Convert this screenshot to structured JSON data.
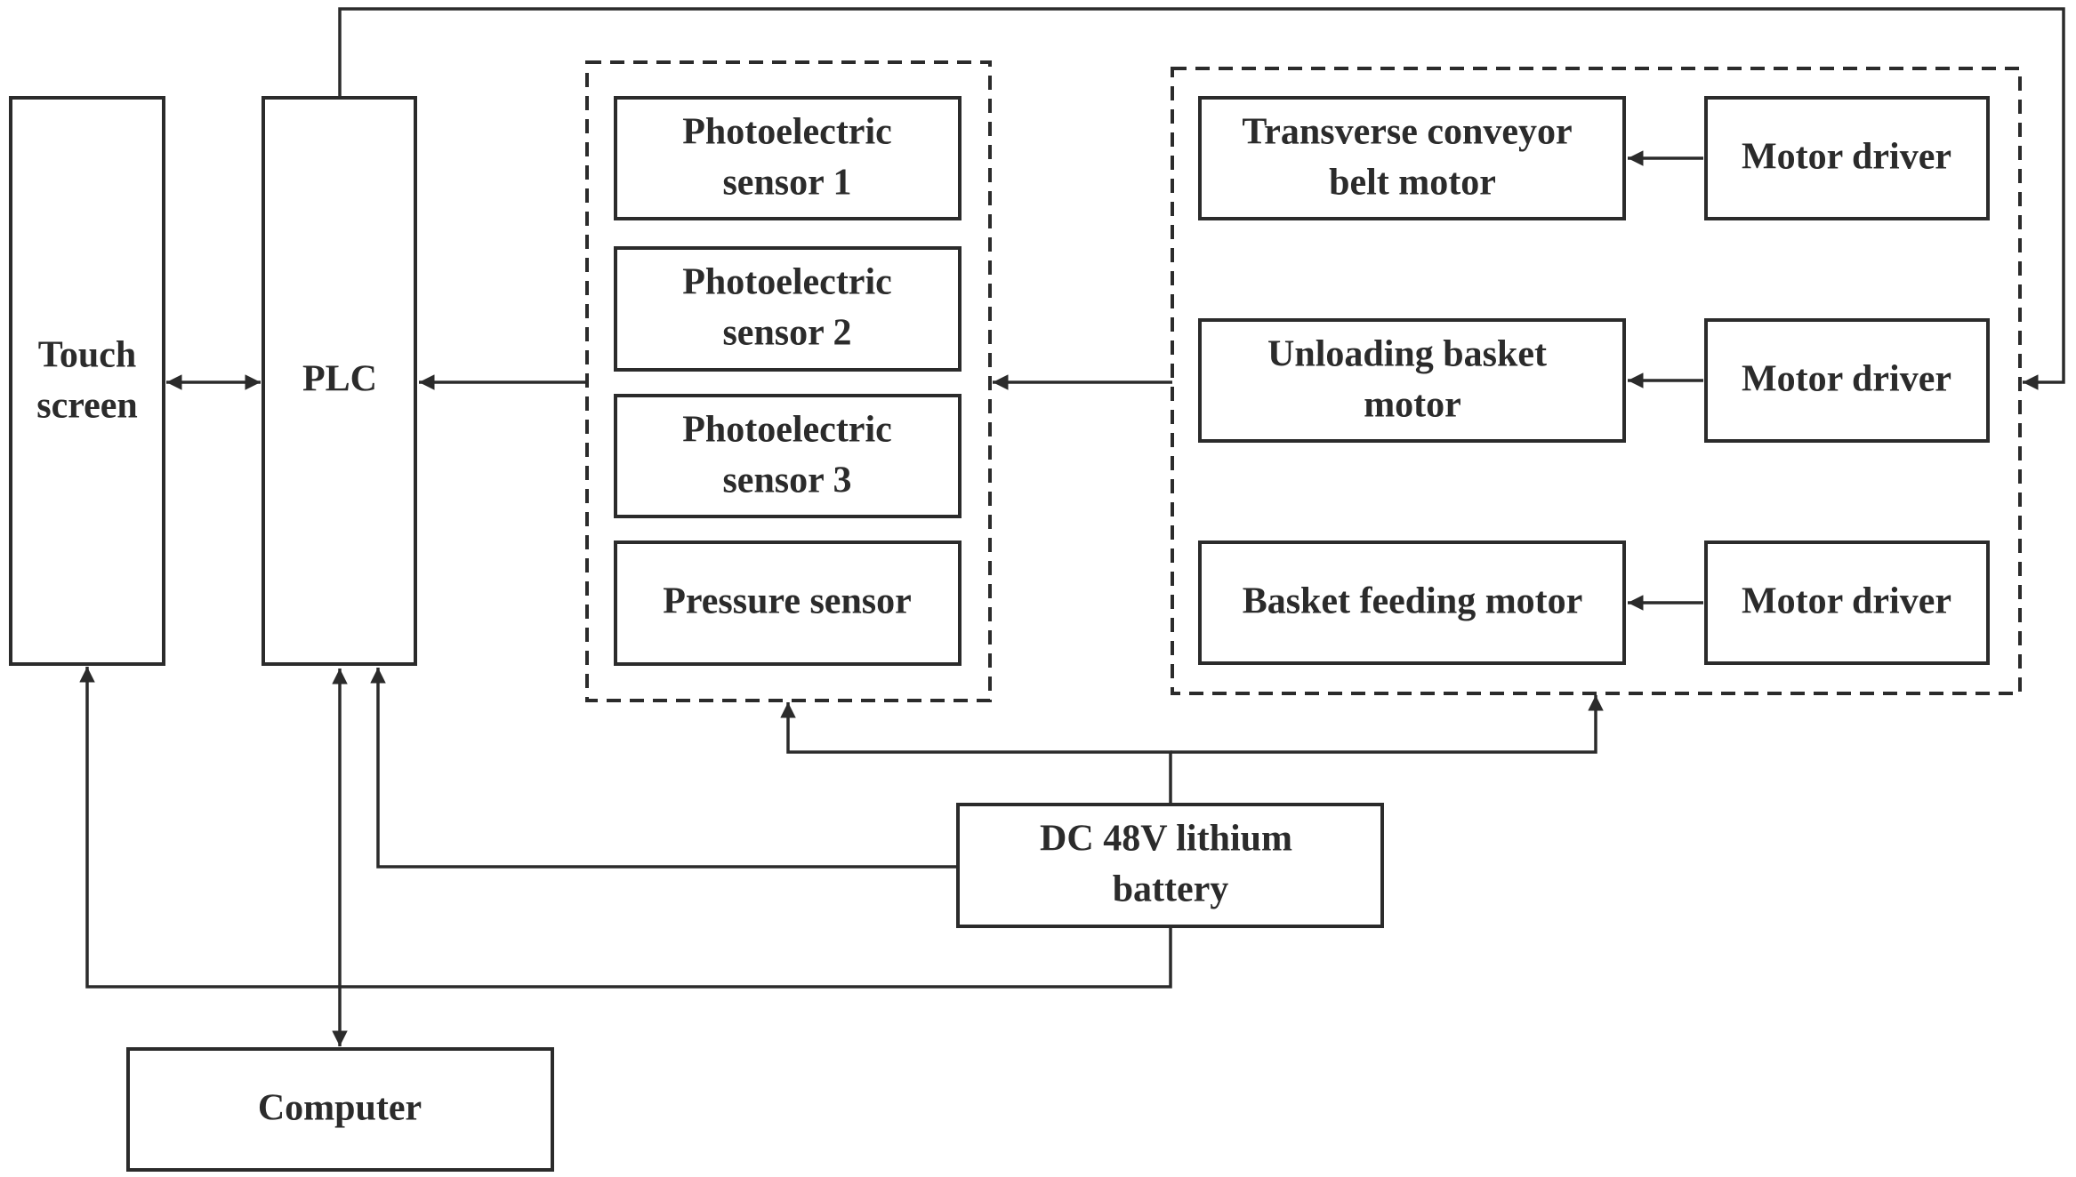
{
  "blocks": {
    "touch_screen": [
      "Touch",
      "screen"
    ],
    "plc": "PLC",
    "sensor_1": [
      "Photoelectric",
      "sensor 1"
    ],
    "sensor_2": [
      "Photoelectric",
      "sensor 2"
    ],
    "sensor_3": [
      "Photoelectric",
      "sensor 3"
    ],
    "pressure_sensor": "Pressure sensor",
    "transverse_motor": [
      "Transverse conveyor",
      "belt motor"
    ],
    "unloading_motor": [
      "Unloading basket",
      "motor"
    ],
    "feeding_motor": "Basket feeding motor",
    "motor_driver_1": "Motor driver",
    "motor_driver_2": "Motor driver",
    "motor_driver_3": "Motor driver",
    "battery": [
      "DC 48V lithium",
      "battery"
    ],
    "computer": "Computer"
  },
  "colors": {
    "line": "#2b2b2b",
    "background": "#ffffff"
  }
}
